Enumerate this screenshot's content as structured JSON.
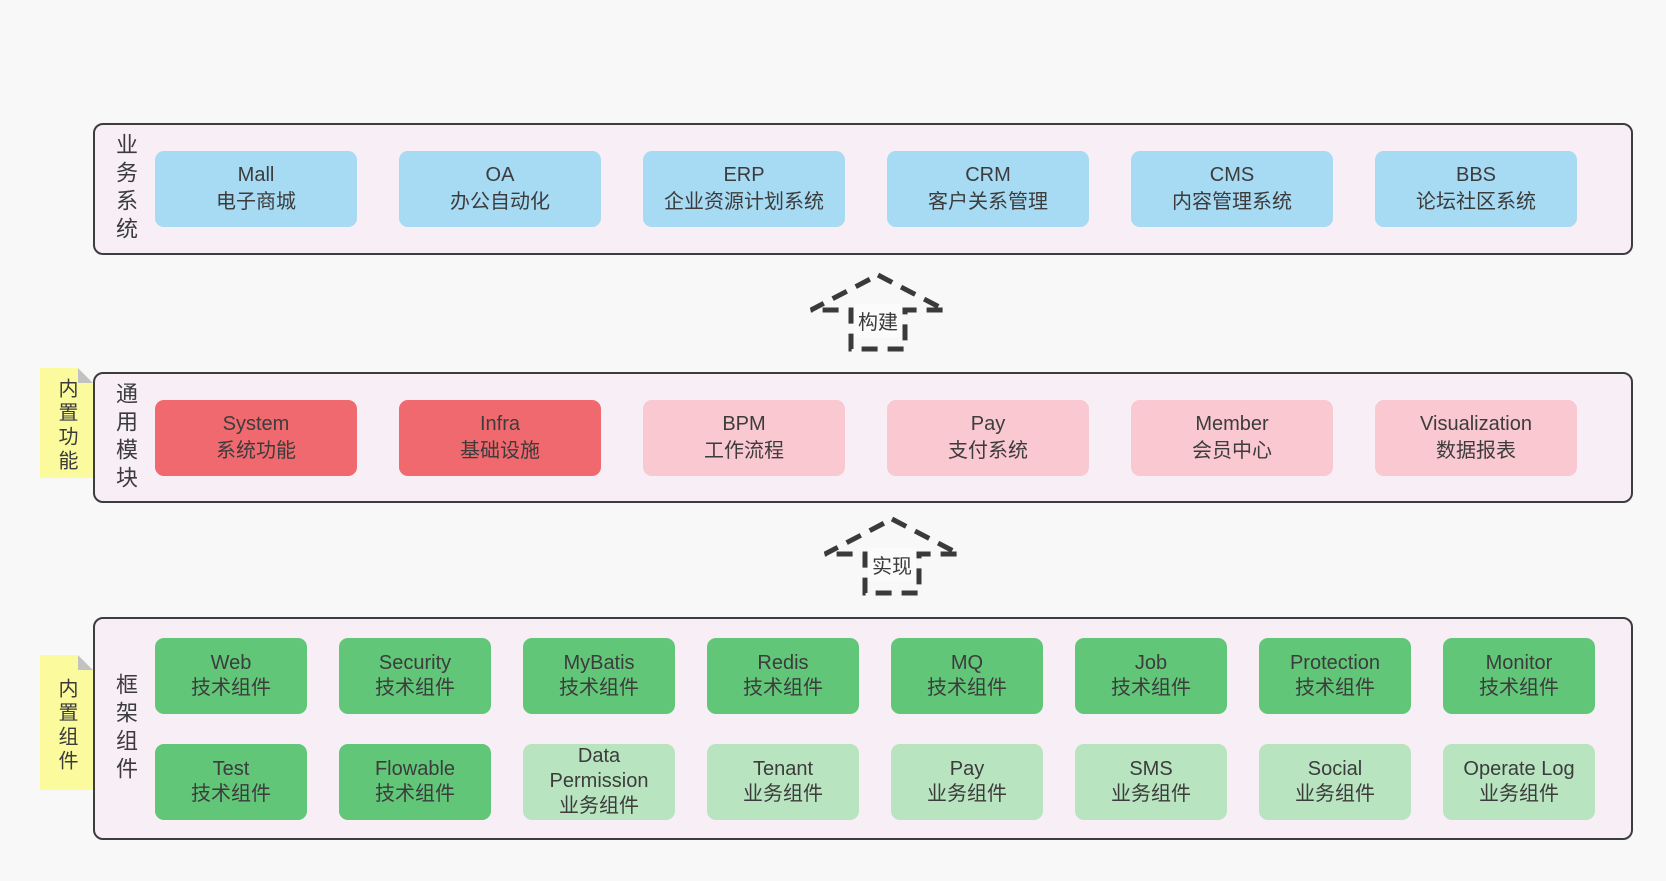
{
  "colors": {
    "page_bg": "#f8f8f8",
    "container_bg": "#f7eef6",
    "border": "#3d3d3d",
    "text": "#3c3c3c",
    "blue": "#a7daf3",
    "red": "#f0696e",
    "pink": "#f9c8d1",
    "green": "#61c678",
    "light_green": "#b9e4c0",
    "note_bg": "#fbfb9d"
  },
  "arrows": [
    {
      "label": "构建"
    },
    {
      "label": "实现"
    }
  ],
  "sections": [
    {
      "id": "business-systems",
      "label": "业务系统",
      "boxes": [
        {
          "name": "Mall",
          "desc": "电子商城",
          "color": "blue"
        },
        {
          "name": "OA",
          "desc": "办公自动化",
          "color": "blue"
        },
        {
          "name": "ERP",
          "desc": "企业资源计划系统",
          "color": "blue"
        },
        {
          "name": "CRM",
          "desc": "客户关系管理",
          "color": "blue"
        },
        {
          "name": "CMS",
          "desc": "内容管理系统",
          "color": "blue"
        },
        {
          "name": "BBS",
          "desc": "论坛社区系统",
          "color": "blue"
        }
      ]
    },
    {
      "id": "common-modules",
      "label": "通用模块",
      "note": "内置功能",
      "boxes": [
        {
          "name": "System",
          "desc": "系统功能",
          "color": "red"
        },
        {
          "name": "Infra",
          "desc": "基础设施",
          "color": "red"
        },
        {
          "name": "BPM",
          "desc": "工作流程",
          "color": "pink"
        },
        {
          "name": "Pay",
          "desc": "支付系统",
          "color": "pink"
        },
        {
          "name": "Member",
          "desc": "会员中心",
          "color": "pink"
        },
        {
          "name": "Visualization",
          "desc": "数据报表",
          "color": "pink"
        }
      ]
    },
    {
      "id": "framework-components",
      "label": "框架组件",
      "note": "内置组件",
      "rows": [
        [
          {
            "name": "Web",
            "desc": "技术组件",
            "color": "green"
          },
          {
            "name": "Security",
            "desc": "技术组件",
            "color": "green"
          },
          {
            "name": "MyBatis",
            "desc": "技术组件",
            "color": "green"
          },
          {
            "name": "Redis",
            "desc": "技术组件",
            "color": "green"
          },
          {
            "name": "MQ",
            "desc": "技术组件",
            "color": "green"
          },
          {
            "name": "Job",
            "desc": "技术组件",
            "color": "green"
          },
          {
            "name": "Protection",
            "desc": "技术组件",
            "color": "green"
          },
          {
            "name": "Monitor",
            "desc": "技术组件",
            "color": "green"
          }
        ],
        [
          {
            "name": "Test",
            "desc": "技术组件",
            "color": "green"
          },
          {
            "name": "Flowable",
            "desc": "技术组件",
            "color": "green"
          },
          {
            "name": "Data Permission",
            "desc": "业务组件",
            "color": "light-green"
          },
          {
            "name": "Tenant",
            "desc": "业务组件",
            "color": "light-green"
          },
          {
            "name": "Pay",
            "desc": "业务组件",
            "color": "light-green"
          },
          {
            "name": "SMS",
            "desc": "业务组件",
            "color": "light-green"
          },
          {
            "name": "Social",
            "desc": "业务组件",
            "color": "light-green"
          },
          {
            "name": "Operate Log",
            "desc": "业务组件",
            "color": "light-green"
          }
        ]
      ]
    }
  ]
}
